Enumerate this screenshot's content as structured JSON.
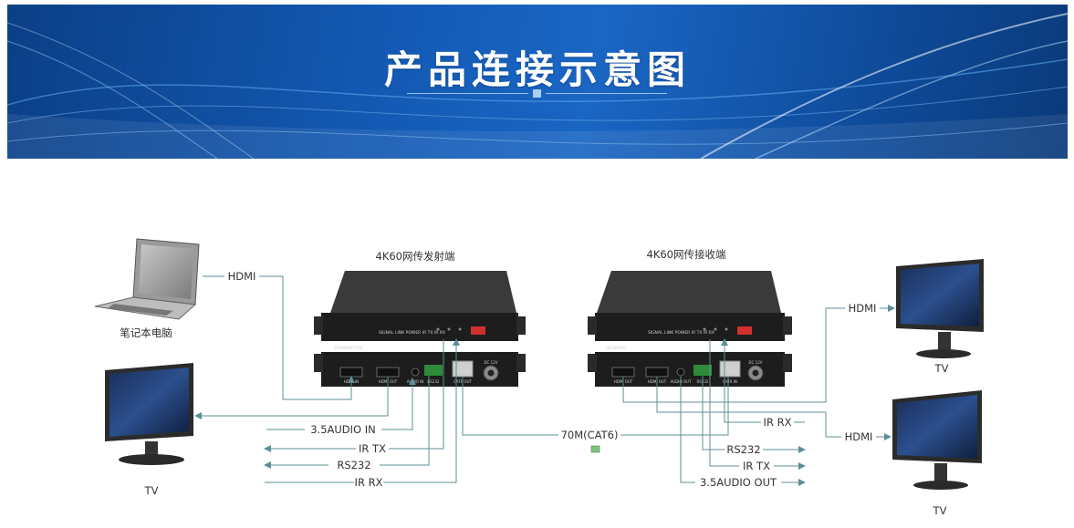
{
  "banner": {
    "title": "产品连接示意图"
  },
  "devices": {
    "transmitter": {
      "title": "4K60网传发射端",
      "front_label": "TRANSMITTER",
      "leds": "SIGNAL LINK POWER IR TX IR RX",
      "ports": [
        "HDMI IN",
        "HDMI OUT",
        "AUDIO IN",
        "RS232",
        "CAT6 OUT",
        "DC 12V"
      ]
    },
    "receiver": {
      "title": "4K60网传接收端",
      "front_label": "RECEIVER",
      "leds": "SIGNAL LINK POWER IR TX IR RX",
      "ports": [
        "HDMI OUT",
        "HDMI OUT",
        "AUDIO OUT",
        "RS232",
        "CAT6 IN",
        "DC 12V"
      ]
    }
  },
  "endpoints": {
    "laptop": "笔记本电脑",
    "tv_left": "TV",
    "tv_right_top": "TV",
    "tv_right_bottom": "TV"
  },
  "links": {
    "hdmi_laptop": "HDMI",
    "hdmi_rx_top": "HDMI",
    "hdmi_rx_bottom": "HDMI",
    "audio_in": "3.5AUDIO IN",
    "ir_tx_left": "IR TX",
    "rs232_left": "RS232",
    "ir_rx_left": "IR RX",
    "cat6": "70M(CAT6)",
    "ir_rx_right": "IR RX",
    "rs232_right": "RS232",
    "ir_tx_right": "IR TX",
    "audio_out": "3.5AUDIO OUT"
  },
  "colors": {
    "banner": "#1359b3",
    "line": "#5c8f96",
    "device": "#2a2a2a"
  }
}
